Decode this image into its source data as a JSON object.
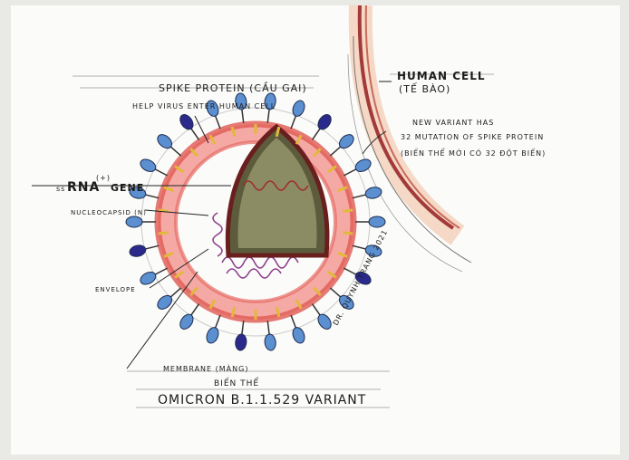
{
  "labels": {
    "spike_protein": "SPIKE PROTEIN (CẦU GAI)",
    "spike_help": "HELP VIRUS ENTER HUMAN CELL",
    "human_cell": "HUMAN CELL",
    "human_cell_vi": "(TẾ BÀO)",
    "variant_note_1": "NEW VARIANT HAS",
    "variant_note_2": "32 MUTATION OF SPIKE PROTEIN",
    "variant_note_3": "(BIẾN THỂ MỚI CÓ 32 ĐỘT BIẾN)",
    "rna_prefix": "ss",
    "rna_main": "RNA",
    "rna_sup": "(+)",
    "rna_gene": "GENE",
    "nucleocapsid": "NUCLEOCAPSID (N)",
    "envelope": "ENVELOPE",
    "membrane": "MEMBRANE (MÀNG)",
    "signature": "DR. QUYNH TRANG 2021",
    "variant_vi": "BIẾN THỂ",
    "title": "OMICRON B.1.1.529 VARIANT"
  },
  "colors": {
    "paper": "#fbfbf9",
    "spike_light": "#5b8fd0",
    "spike_dark": "#2b2a8c",
    "membrane_pink": "#f08a86",
    "membrane_red": "#d9423b",
    "core": "#7a7a52",
    "ink": "#1c1c1c"
  }
}
